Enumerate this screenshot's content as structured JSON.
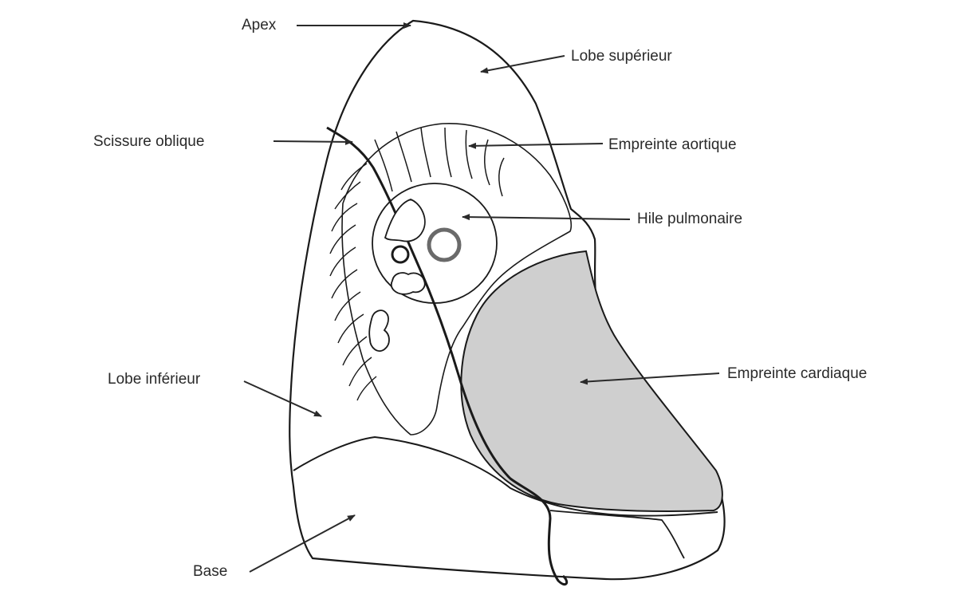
{
  "labels": {
    "apex": "Apex",
    "lobe_superieur": "Lobe supérieur",
    "scissure_oblique": "Scissure oblique",
    "empreinte_aortique": "Empreinte  aortique",
    "hile_pulmonaire": "Hile pulmonaire",
    "lobe_inferieur": "Lobe inférieur",
    "empreinte_cardiaque": "Empreinte cardiaque",
    "base": "Base"
  },
  "colors": {
    "outline": "#1a1a1a",
    "line": "#555555",
    "cardiac_shading": "#cfcfcf",
    "hilum_vessel_ring": "#6a6a6a",
    "text": "#2a2a2a"
  }
}
